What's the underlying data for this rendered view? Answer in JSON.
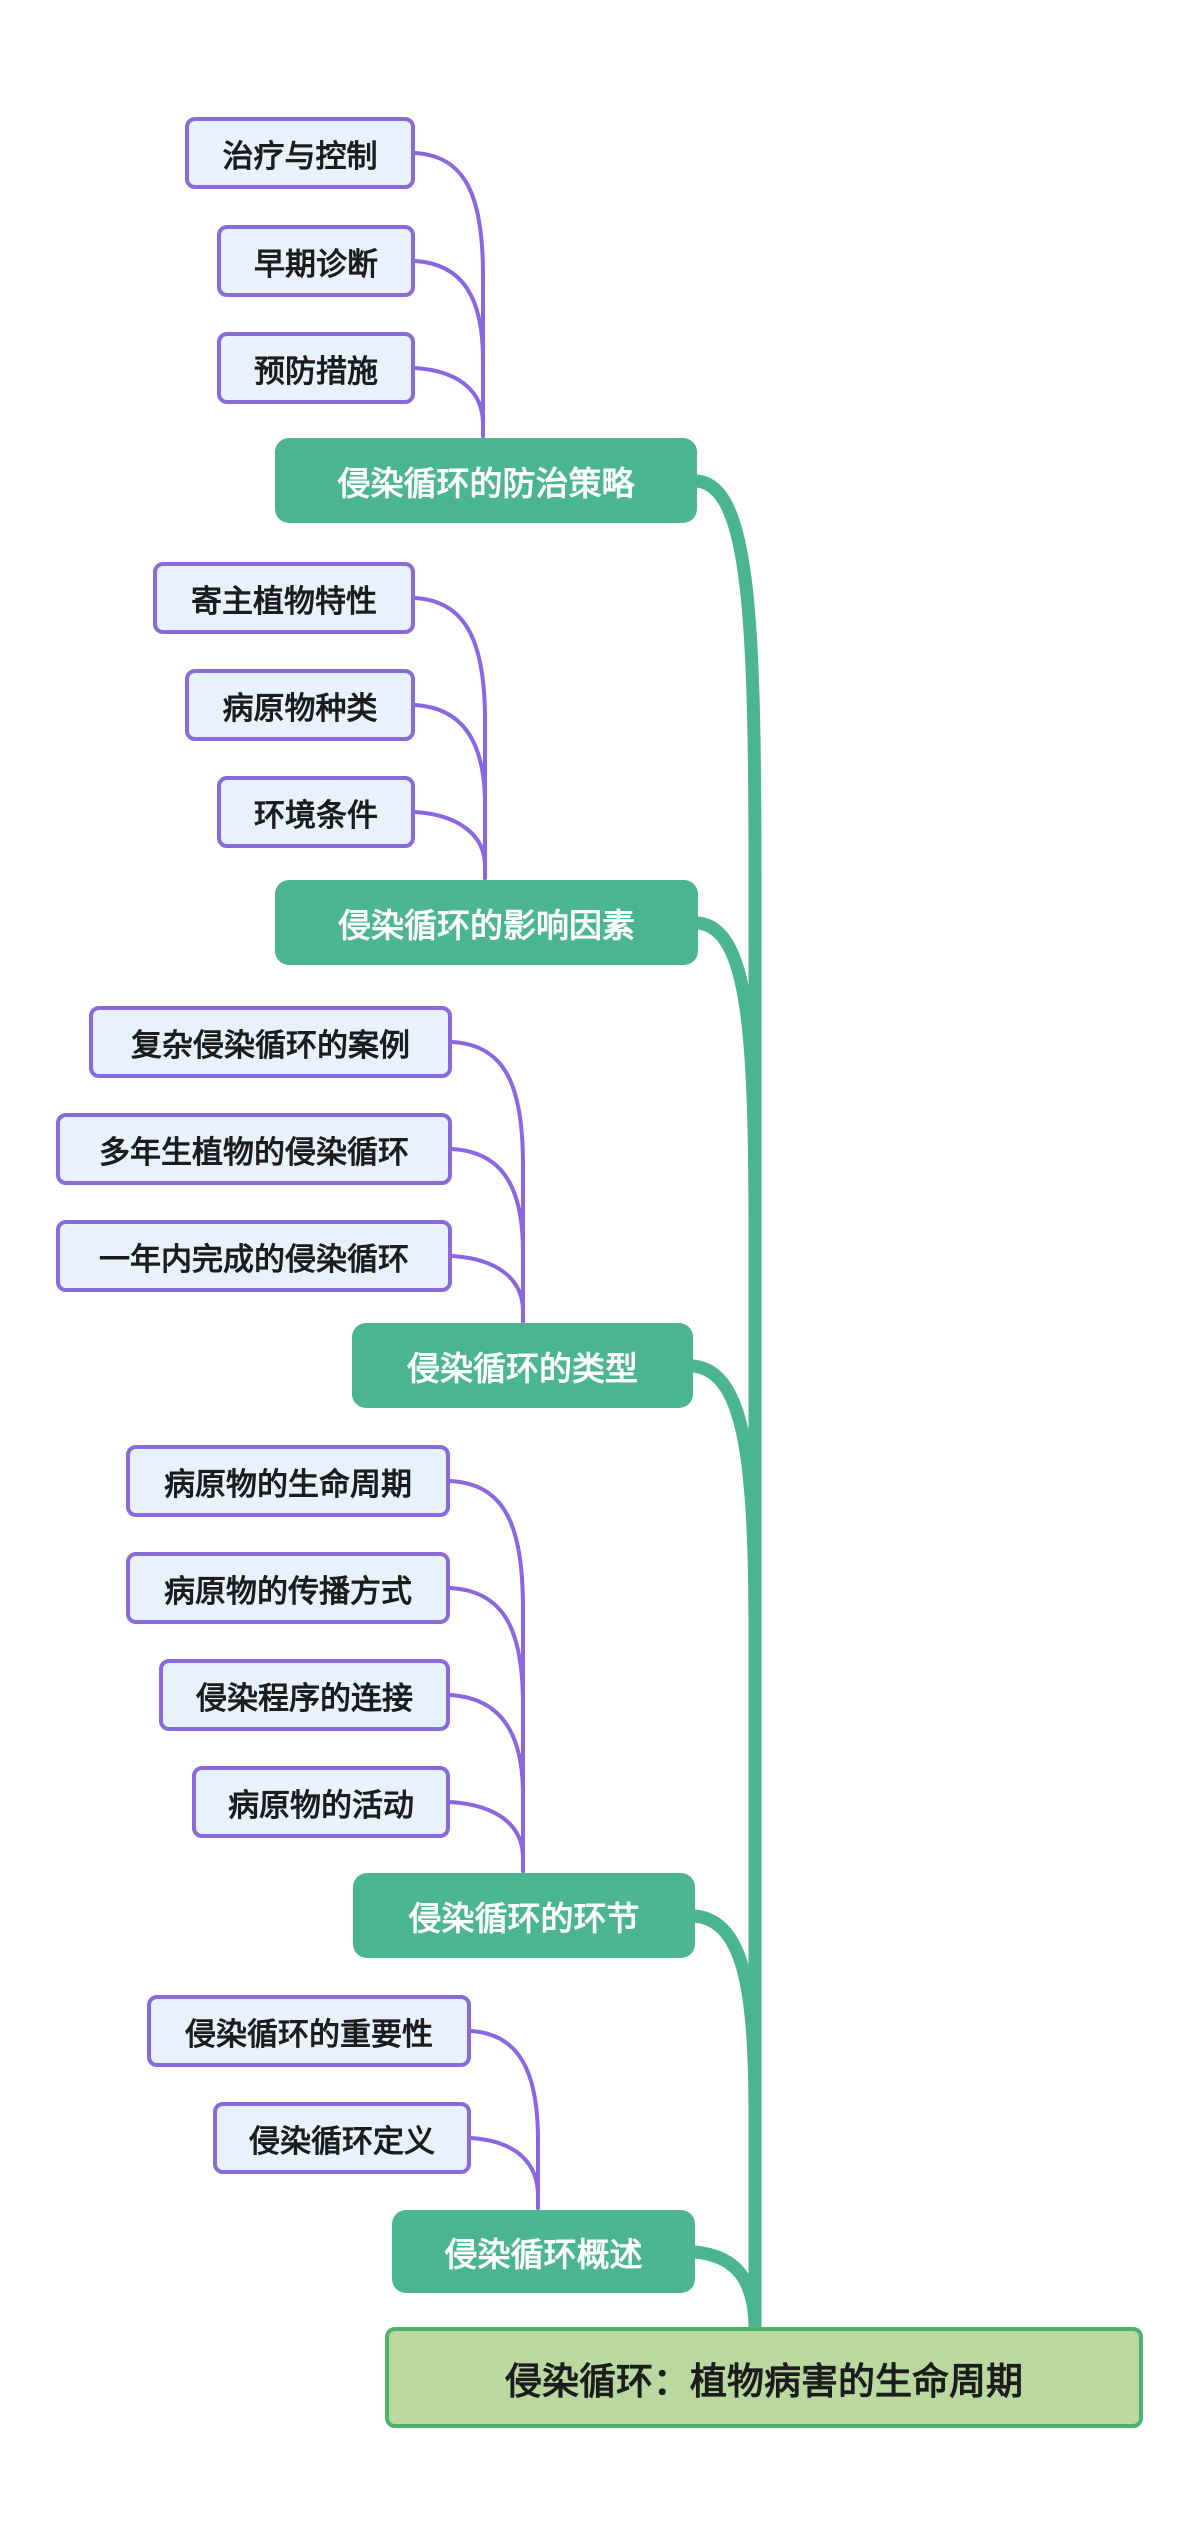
{
  "title": "侵染循环：植物病害的生命周期",
  "root": {
    "label": "侵染循环：植物病害的生命周期"
  },
  "branches": [
    {
      "label": "侵染循环的防治策略",
      "children": [
        "治疗与控制",
        "早期诊断",
        "预防措施"
      ]
    },
    {
      "label": "侵染循环的影响因素",
      "children": [
        "寄主植物特性",
        "病原物种类",
        "环境条件"
      ]
    },
    {
      "label": "侵染循环的类型",
      "children": [
        "复杂侵染循环的案例",
        "多年生植物的侵染循环",
        "一年内完成的侵染循环"
      ]
    },
    {
      "label": "侵染循环的环节",
      "children": [
        "病原物的生命周期",
        "病原物的传播方式",
        "侵染程序的连接",
        "病原物的活动"
      ]
    },
    {
      "label": "侵染循环概述",
      "children": [
        "侵染循环的重要性",
        "侵染循环定义"
      ]
    }
  ],
  "colors": {
    "branch_fill": "#4bb592",
    "leaf_fill": "#e7f2fc",
    "leaf_border": "#8a6ad8",
    "link_purple": "#8b66e0",
    "link_green": "#4bb592",
    "root_fill": "#bad9a0",
    "root_border": "#4fb26b",
    "leaf_text": "#1c1c1c",
    "branch_text": "#ffffff",
    "page_bg": "#ffffff"
  }
}
